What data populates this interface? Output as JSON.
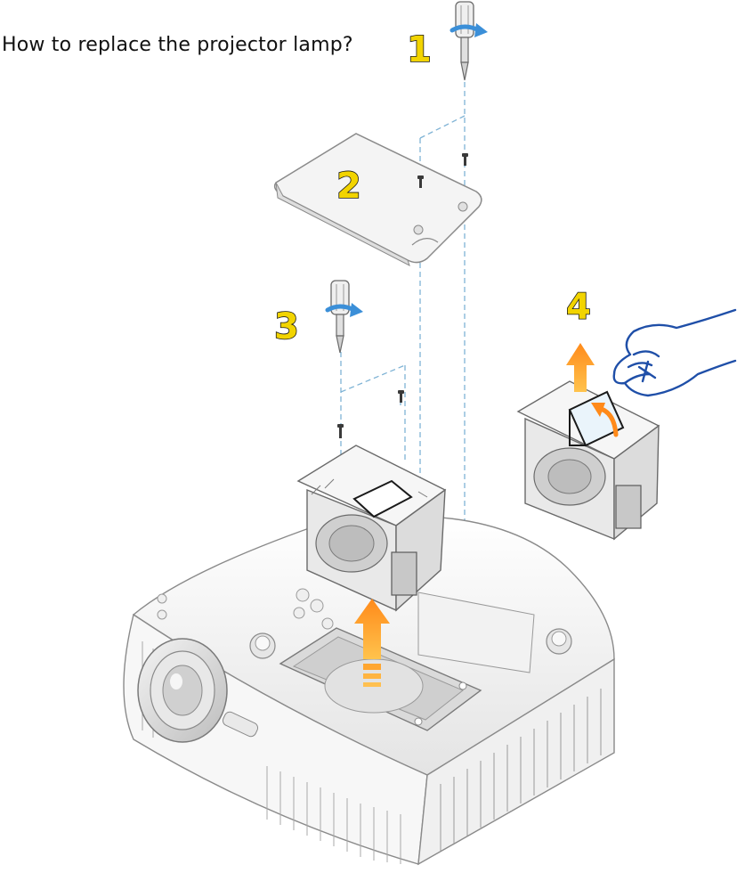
{
  "title": "How to replace the projector lamp?",
  "steps": [
    {
      "number": "1"
    },
    {
      "number": "2"
    },
    {
      "number": "3"
    },
    {
      "number": "4"
    }
  ],
  "colors": {
    "step_number_fill": "#f2d400",
    "guide_line": "#7fb3d5",
    "rotation_arrow": "#3b8fd8",
    "lift_arrow": "#f5a020",
    "hand_outline": "#1f4fa8",
    "outline": "#8a8a8a"
  },
  "icons": {
    "screwdriver": "screwdriver-icon",
    "rotate": "rotate-arrow-icon",
    "lift": "up-arrow-icon",
    "hand": "hand-icon"
  }
}
